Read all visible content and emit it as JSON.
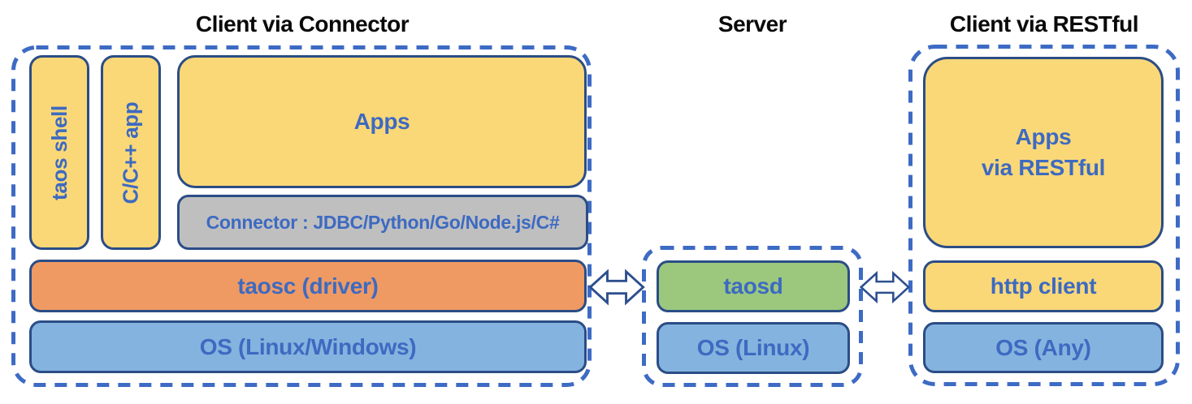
{
  "colors": {
    "dashed_border": "#3D6BC4",
    "box_border": "#2B4D86",
    "label_text": "#3D6AC1",
    "title_text": "#0A0A0A",
    "yellow_fill": "#FBD877",
    "orange_fill": "#F09A63",
    "blue_fill": "#85B3DF",
    "green_fill": "#9CC87E",
    "gray_fill": "#BFBFBF",
    "arrow_fill": "#FFFFFF",
    "arrow_stroke": "#2D4F8E"
  },
  "icons": {
    "left_arrow": "bidirectional-arrow",
    "right_arrow": "bidirectional-arrow"
  },
  "sections": {
    "connector": {
      "title": "Client via Connector",
      "taos_shell": "taos shell",
      "cpp_app": "C/C++ app",
      "apps": "Apps",
      "connector_bar": "Connector : JDBC/Python/Go/Node.js/C#",
      "taosc": "taosc (driver)",
      "os": "OS (Linux/Windows)"
    },
    "server": {
      "title": "Server",
      "taosd": "taosd",
      "os": "OS (Linux)"
    },
    "restful": {
      "title": "Client via RESTful",
      "apps_line1": "Apps",
      "apps_line2": "via RESTful",
      "http_client": "http client",
      "os": "OS (Any)"
    }
  }
}
